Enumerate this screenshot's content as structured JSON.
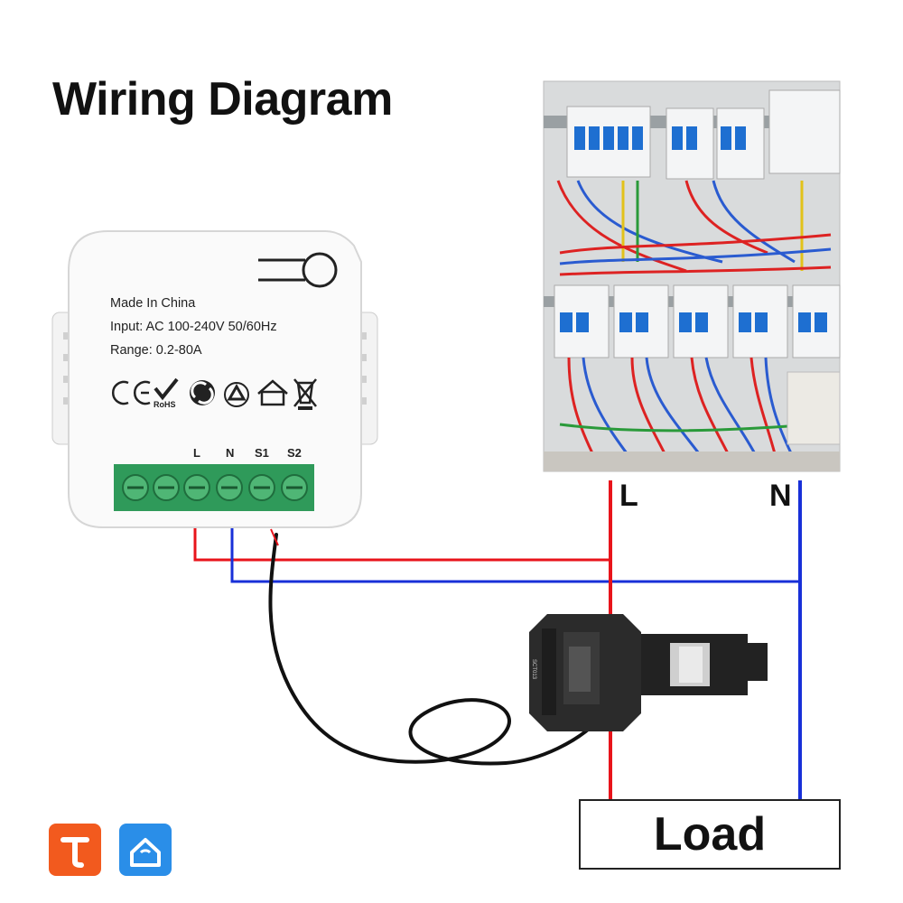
{
  "title": "Wiring Diagram",
  "device": {
    "made_in": "Made In China",
    "input": "Input: AC 100-240V 50/60Hz",
    "range": "Range: 0.2-80A",
    "terminals": [
      "L",
      "N",
      "S1",
      "S2"
    ],
    "cert_icons": [
      "ce-mark-icon",
      "rohs-icon",
      "green-dot-icon",
      "recycle-icon",
      "home-icon",
      "weee-bin-icon"
    ]
  },
  "lines": {
    "live": "L",
    "neutral": "N"
  },
  "load_label": "Load",
  "colors": {
    "live_wire": "#e8141b",
    "neutral_wire": "#1830d8",
    "terminal_block": "#2f9a5a"
  },
  "apps": [
    "tuya-app-icon",
    "smart-life-app-icon"
  ]
}
